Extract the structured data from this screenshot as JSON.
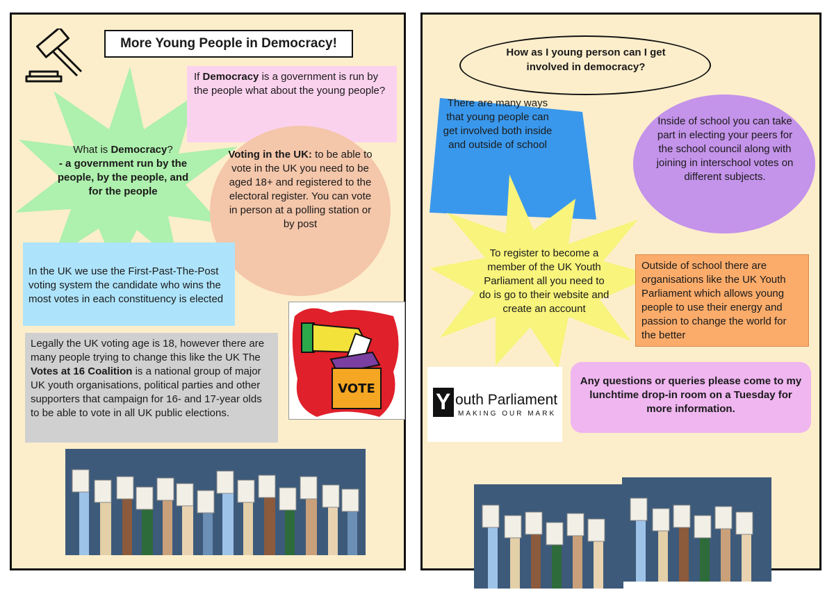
{
  "left": {
    "title": "More Young People in Democracy!",
    "pink_box": {
      "prefix": "If ",
      "bold": "Democracy",
      "rest": " is a government is run by the people what about the young people?"
    },
    "star": {
      "line1_prefix": "What is ",
      "line1_bold": "Democracy",
      "line1_suffix": "?",
      "body": "- a government run by the people, by the people, and for the people"
    },
    "voting": {
      "bold": "Voting in the UK:",
      "rest": " to be able to vote in the UK you need to be aged 18+ and registered to the electoral register. You can vote in person at a polling station or by post"
    },
    "fptp": "In the UK we use the First-Past-The-Post voting system the candidate who wins the most votes in each constituency is elected",
    "legal": {
      "part1": "Legally the UK voting age is 18, however there are many people trying to change this like the UK The ",
      "bold": "Votes at 16 Coalition",
      "part2": " is a national group of major UK youth organisations, political parties and other supporters that campaign for 16- and 17-year olds to be able to vote in all UK public elections."
    },
    "vote_box_label": "VOTE"
  },
  "right": {
    "ellipse": "How as I young person can I get involved in democracy?",
    "diamond": "There are many ways that young people can get involved both inside and outside of school",
    "purple": "Inside of school you can take part in electing your peers for the school council along with joining in interschool votes on different subjects.",
    "star": "To register to become a member of the UK Youth Parliament all you need to do is go to their website and create an account",
    "orange": "Outside of school there are organisations like the UK Youth Parliament which allows young people to use their energy and passion to change the world for the better",
    "logo": {
      "letter": "Y",
      "word": "outh Parliament",
      "tagline": "MAKING OUR MARK"
    },
    "lilac": "Any questions or queries please come to my lunchtime drop-in room on a Tuesday for more information."
  },
  "colors": {
    "panel_bg": "#fdeecb",
    "pink": "#fbd2ee",
    "star_green": "#aef0ad",
    "salmon": "#f4c6aa",
    "light_blue": "#aee4fb",
    "gray": "#d0d0d0",
    "bright_blue": "#3a98ec",
    "purple": "#c493ea",
    "yellow": "#f8f47c",
    "orange": "#fbac6b",
    "lilac": "#efb6f0",
    "navy": "#3d5a7a"
  },
  "icons": [
    "gavel-icon",
    "vote-box-icon",
    "raised-hands-icon"
  ]
}
